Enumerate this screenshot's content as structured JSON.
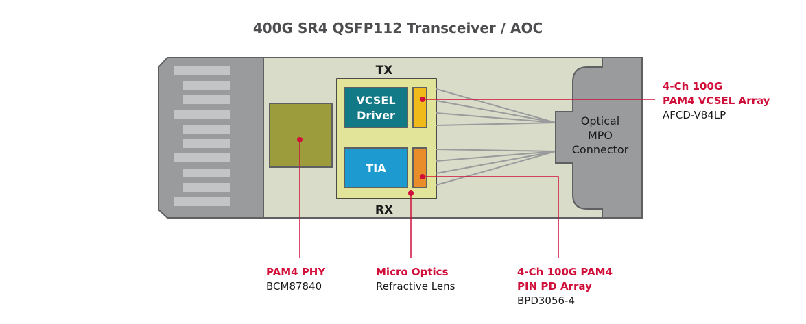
{
  "title": "400G SR4 QSFP112 Transceiver / AOC",
  "module": {
    "tx_label": "TX",
    "rx_label": "RX",
    "vcsel_driver": [
      "VCSEL",
      "Driver"
    ],
    "tia": "TIA",
    "connector": [
      "Optical",
      "MPO",
      "Connector"
    ]
  },
  "callouts": {
    "vcsel_array": {
      "heading": [
        "4-Ch 100G",
        "PAM4 VCSEL Array"
      ],
      "part": "AFCD-V84LP"
    },
    "phy": {
      "heading": [
        "PAM4 PHY"
      ],
      "part": "BCM87840"
    },
    "micro_optics": {
      "heading": [
        "Micro Optics"
      ],
      "part": "Refractive Lens"
    },
    "pin_pd": {
      "heading": [
        "4-Ch 100G PAM4",
        "PIN PD Array"
      ],
      "part": "BPD3056-4"
    }
  },
  "colors": {
    "accent": "#d0103a",
    "board": "#d8dcc8",
    "shell": "#9a9b9d",
    "phy": "#9c9c3c",
    "optics_block": "#e2e49a",
    "vcsel_driver": "#127a86",
    "tia": "#1d9bd1",
    "vcsel_array": "#f0bb1a",
    "pd_array": "#e98c2a",
    "fiber": "#9a9b9d"
  }
}
